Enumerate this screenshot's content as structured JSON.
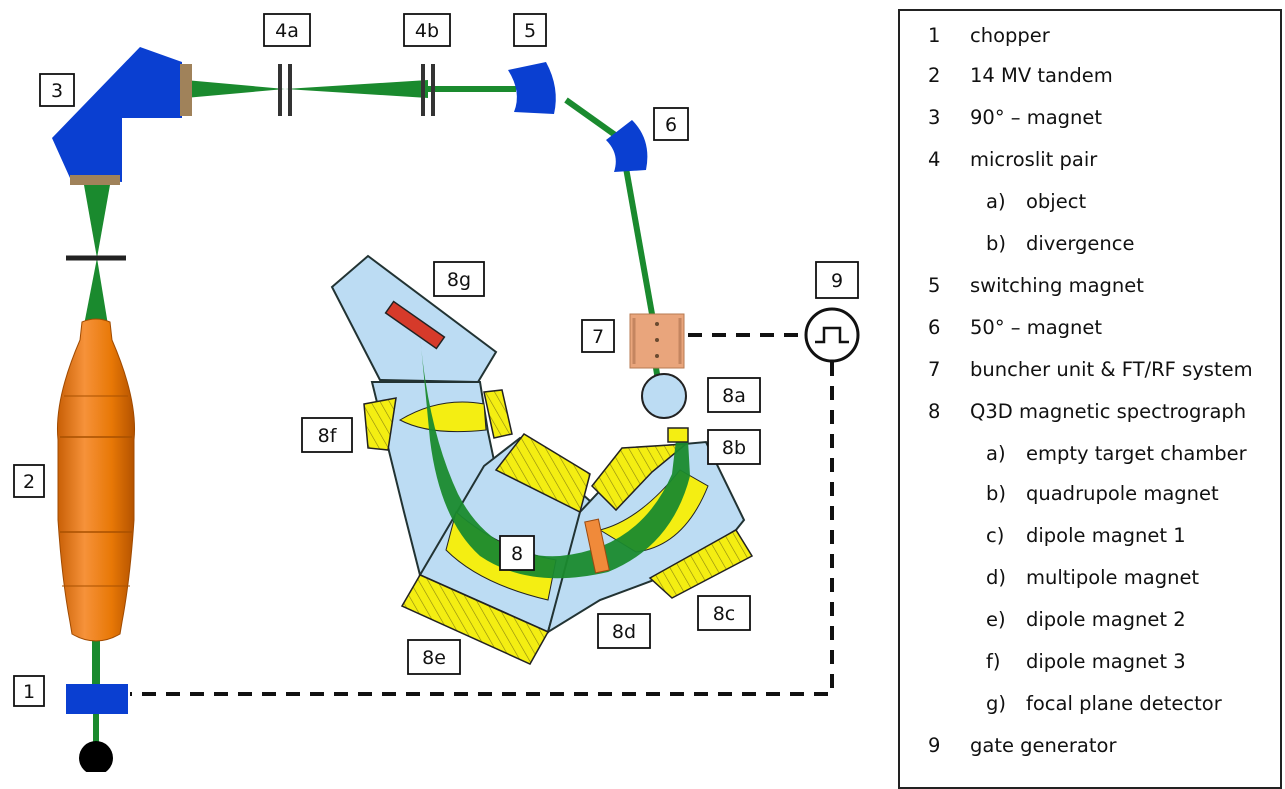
{
  "diagram": {
    "labels": {
      "l1": "1",
      "l2": "2",
      "l3": "3",
      "l4a": "4a",
      "l4b": "4b",
      "l5": "5",
      "l6": "6",
      "l7": "7",
      "l8": "8",
      "l8a": "8a",
      "l8b": "8b",
      "l8c": "8c",
      "l8d": "8d",
      "l8e": "8e",
      "l8f": "8f",
      "l8g": "8g",
      "l9": "9"
    },
    "colors": {
      "beam": "#1a8a2e",
      "magnet_blue": "#0a3fd1",
      "tandem_orange": "#f07f0a",
      "buncher": "#e9a57c",
      "spectrograph_body": "#bcdcf3",
      "coil_yellow": "#f4ee12",
      "detector_red": "#d63a2a"
    }
  },
  "legend": {
    "items": [
      {
        "num": "1",
        "text": "chopper"
      },
      {
        "num": "2",
        "text": "14 MV tandem"
      },
      {
        "num": "3",
        "text": "90° – magnet"
      },
      {
        "num": "4",
        "text": "microslit pair"
      },
      {
        "sub": "a)",
        "text": "object"
      },
      {
        "sub": "b)",
        "text": "divergence"
      },
      {
        "num": "5",
        "text": "switching magnet"
      },
      {
        "num": "6",
        "text": "50° – magnet"
      },
      {
        "num": "7",
        "text": "buncher unit & FT/RF system"
      },
      {
        "num": "8",
        "text": "Q3D magnetic spectrograph"
      },
      {
        "sub": "a)",
        "text": "empty target chamber"
      },
      {
        "sub": "b)",
        "text": "quadrupole magnet"
      },
      {
        "sub": "c)",
        "text": "dipole magnet 1"
      },
      {
        "sub": "d)",
        "text": "multipole magnet"
      },
      {
        "sub": "e)",
        "text": "dipole magnet 2"
      },
      {
        "sub": "f)",
        "text": "dipole magnet 3"
      },
      {
        "sub": "g)",
        "text": "focal plane detector"
      },
      {
        "num": "9",
        "text": "gate generator"
      }
    ]
  }
}
